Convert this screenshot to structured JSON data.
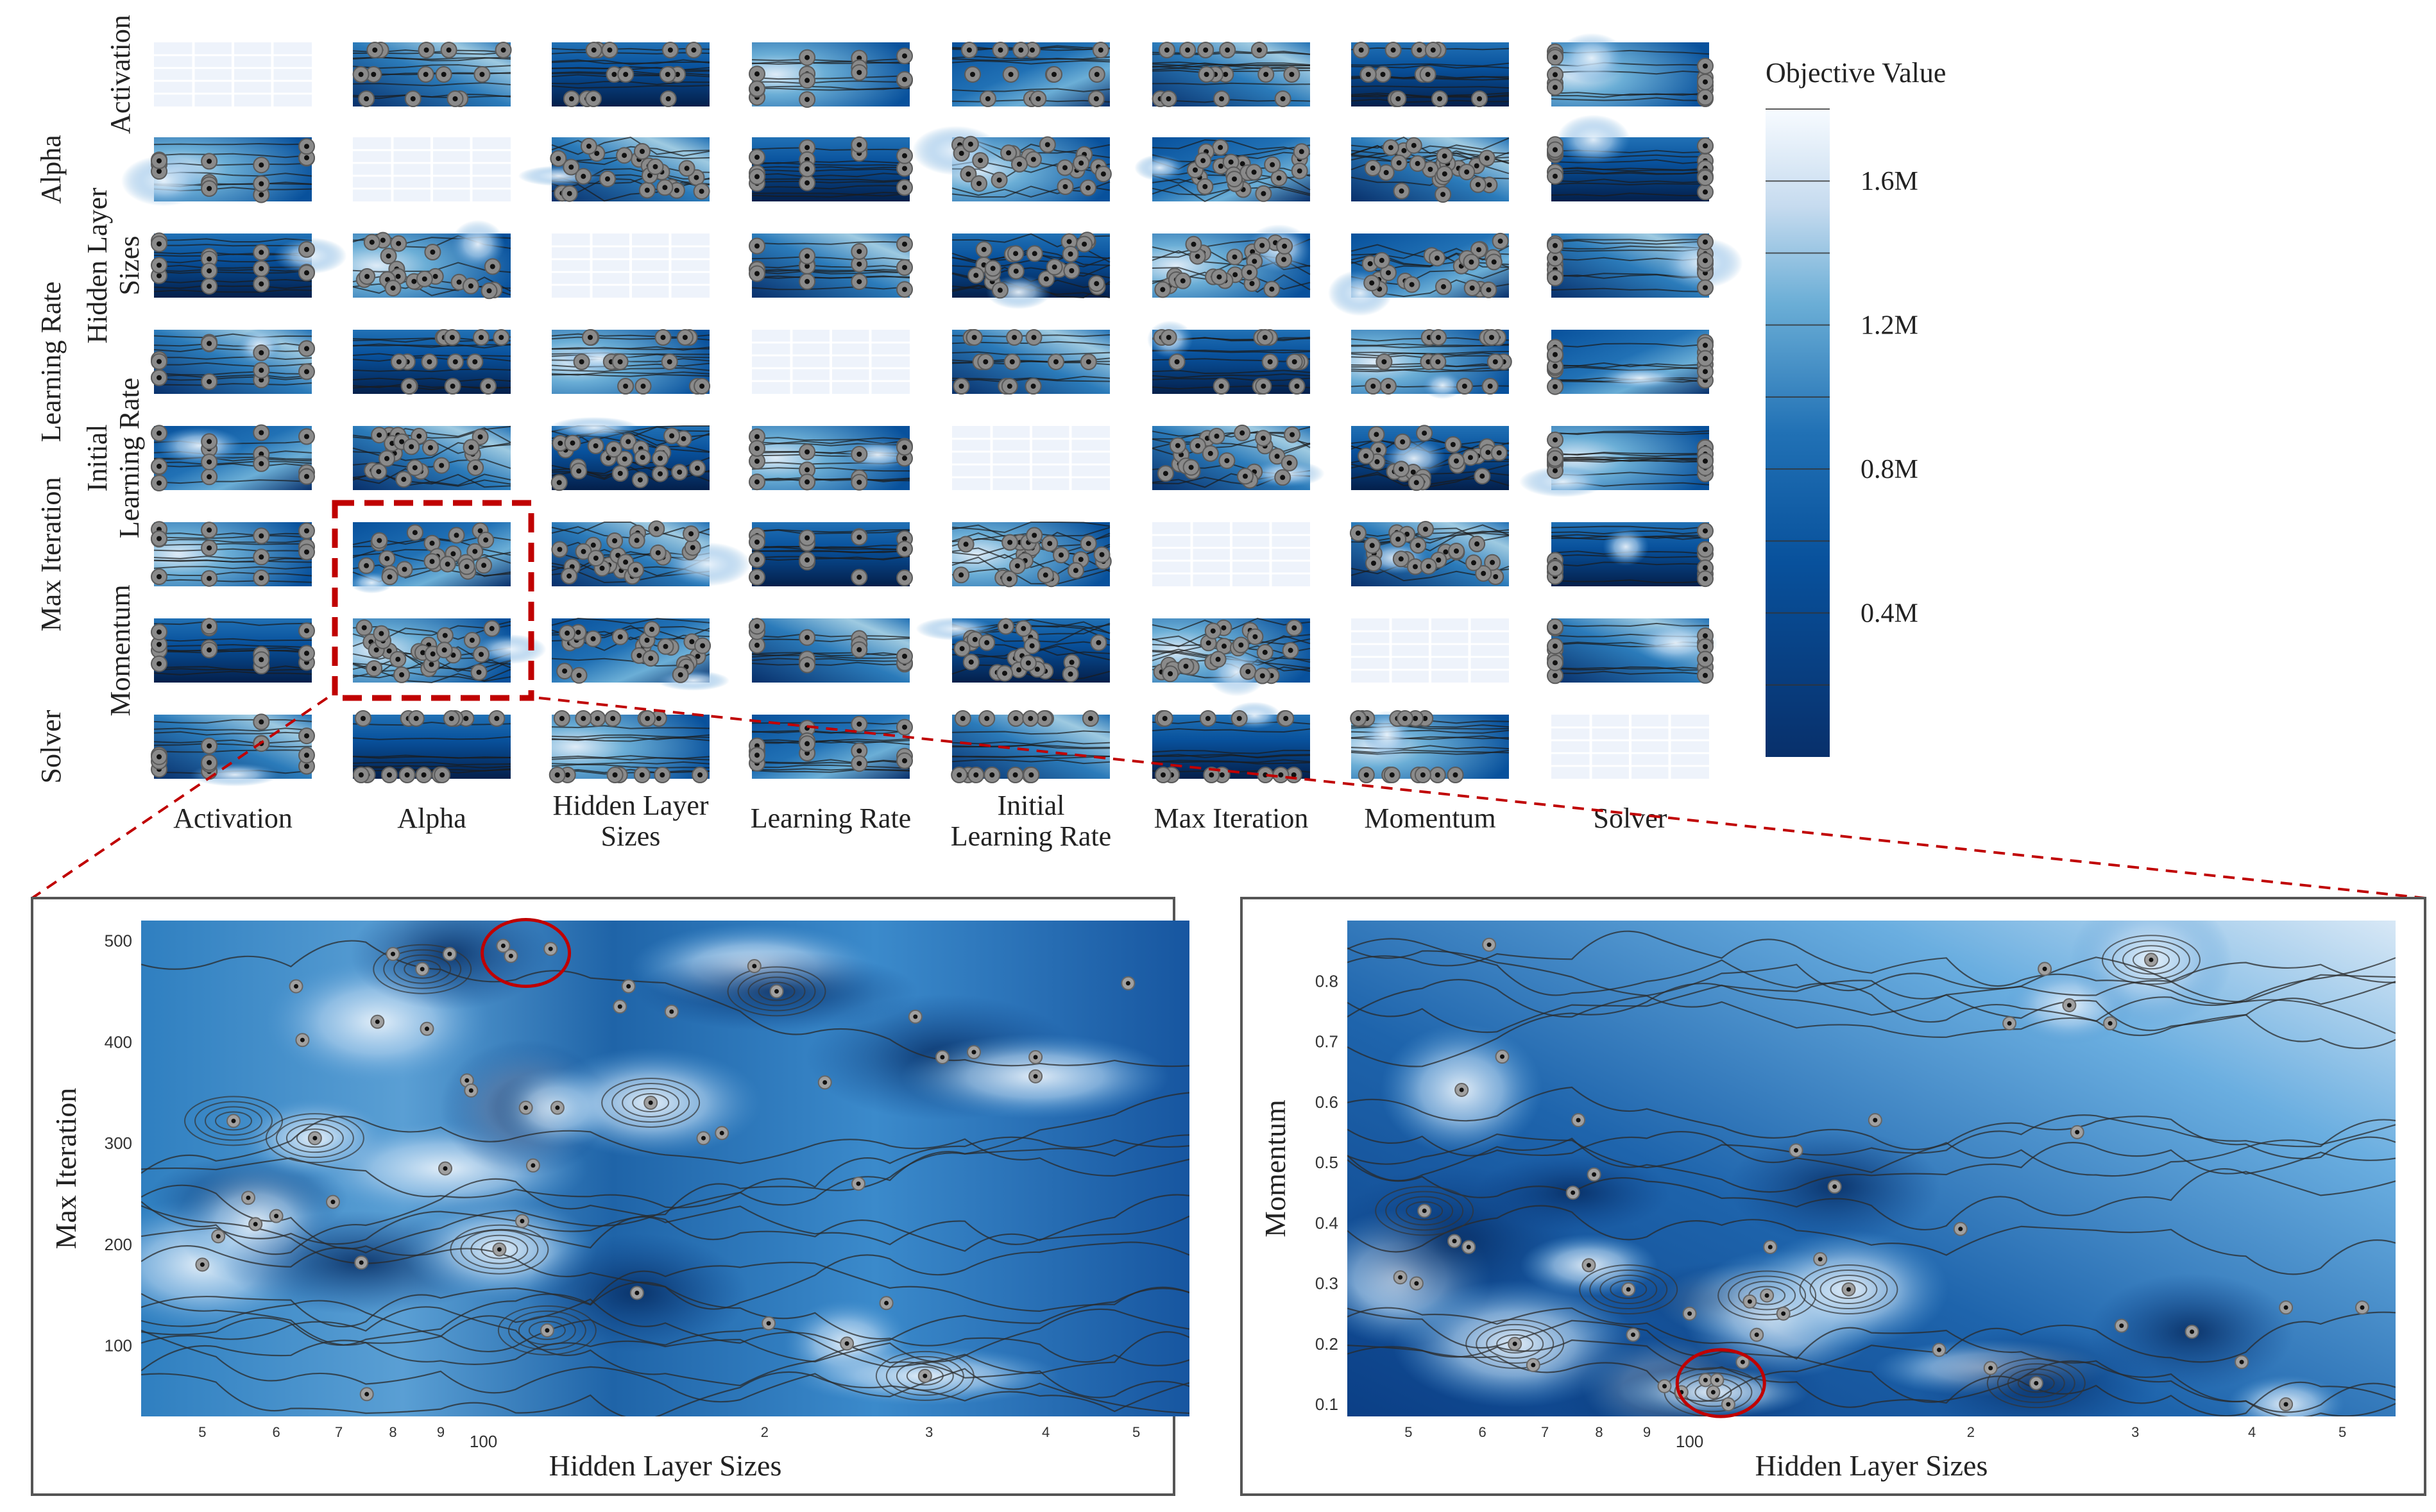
{
  "parameters": [
    "Activation",
    "Alpha",
    "Hidden Layer Sizes",
    "Learning Rate",
    "Initial Learning Rate",
    "Max Iteration",
    "Momentum",
    "Solver"
  ],
  "row_labels": [
    [
      "Activation"
    ],
    [
      "Alpha"
    ],
    [
      "Hidden Layer",
      "Sizes"
    ],
    [
      "Learning Rate"
    ],
    [
      "Initial",
      "Learning Rate"
    ],
    [
      "Max Iteration"
    ],
    [
      "Momentum"
    ],
    [
      "Solver"
    ]
  ],
  "col_labels": [
    [
      "Activation"
    ],
    [
      "Alpha"
    ],
    [
      "Hidden Layer",
      "Sizes"
    ],
    [
      "Learning Rate"
    ],
    [
      "Initial",
      "Learning Rate"
    ],
    [
      "Max Iteration"
    ],
    [
      "Momentum"
    ],
    [
      "Solver"
    ]
  ],
  "colorbar": {
    "title": "Objective Value",
    "range": [
      0,
      1.8
    ],
    "ticks": [
      {
        "value": 1.6,
        "label": "1.6M"
      },
      {
        "value": 1.2,
        "label": "1.2M"
      },
      {
        "value": 0.8,
        "label": "0.8M"
      },
      {
        "value": 0.4,
        "label": "0.4M"
      }
    ]
  },
  "colors": {
    "dark": "#08306b",
    "mid": "#2171b5",
    "light": "#c6dbef",
    "lightest": "#f0f5fc",
    "highlight": "#c00000",
    "point": "#808080"
  },
  "chart_data": [
    {
      "type": "scatter",
      "x_label": "Hidden Layer Sizes",
      "y_label": "Max Iteration",
      "x_scale": "log",
      "x_range": [
        43,
        570
      ],
      "y_range": [
        30,
        520
      ],
      "x_ticks": [
        {
          "value": 50,
          "label": "5"
        },
        {
          "value": 60,
          "label": "6"
        },
        {
          "value": 70,
          "label": "7"
        },
        {
          "value": 80,
          "label": "8"
        },
        {
          "value": 90,
          "label": "9"
        },
        {
          "value": 100,
          "label": "100"
        },
        {
          "value": 200,
          "label": "2"
        },
        {
          "value": 300,
          "label": "3"
        },
        {
          "value": 400,
          "label": "4"
        },
        {
          "value": 500,
          "label": "5"
        }
      ],
      "y_ticks": [
        {
          "value": 100,
          "label": "100"
        },
        {
          "value": 200,
          "label": "200"
        },
        {
          "value": 300,
          "label": "300"
        },
        {
          "value": 400,
          "label": "400"
        },
        {
          "value": 500,
          "label": "500"
        }
      ],
      "points": [
        [
          50,
          180
        ],
        [
          52,
          208
        ],
        [
          54,
          322
        ],
        [
          56,
          246
        ],
        [
          57,
          220
        ],
        [
          60,
          228
        ],
        [
          63,
          455
        ],
        [
          64,
          402
        ],
        [
          66,
          305
        ],
        [
          69,
          242
        ],
        [
          74,
          182
        ],
        [
          75,
          52
        ],
        [
          77,
          420
        ],
        [
          80,
          487
        ],
        [
          86,
          472
        ],
        [
          87,
          413
        ],
        [
          91,
          275
        ],
        [
          92,
          487
        ],
        [
          96,
          362
        ],
        [
          97,
          352
        ],
        [
          104,
          195
        ],
        [
          105,
          495
        ],
        [
          107,
          485
        ],
        [
          110,
          223
        ],
        [
          111,
          335
        ],
        [
          113,
          278
        ],
        [
          117,
          115
        ],
        [
          118,
          492
        ],
        [
          120,
          335
        ],
        [
          140,
          435
        ],
        [
          143,
          455
        ],
        [
          146,
          152
        ],
        [
          151,
          340
        ],
        [
          159,
          430
        ],
        [
          172,
          305
        ],
        [
          180,
          310
        ],
        [
          195,
          475
        ],
        [
          202,
          122
        ],
        [
          206,
          450
        ],
        [
          232,
          360
        ],
        [
          245,
          102
        ],
        [
          252,
          260
        ],
        [
          270,
          142
        ],
        [
          290,
          425
        ],
        [
          297,
          70
        ],
        [
          310,
          385
        ],
        [
          335,
          390
        ],
        [
          390,
          385
        ],
        [
          390,
          366
        ],
        [
          490,
          458
        ]
      ],
      "highlight_region": {
        "x": 111,
        "y": 488
      }
    },
    {
      "type": "scatter",
      "x_label": "Hidden Layer Sizes",
      "y_label": "Momentum",
      "x_scale": "log",
      "x_range": [
        43,
        570
      ],
      "y_range": [
        0.08,
        0.9
      ],
      "x_ticks": [
        {
          "value": 50,
          "label": "5"
        },
        {
          "value": 60,
          "label": "6"
        },
        {
          "value": 70,
          "label": "7"
        },
        {
          "value": 80,
          "label": "8"
        },
        {
          "value": 90,
          "label": "9"
        },
        {
          "value": 100,
          "label": "100"
        },
        {
          "value": 200,
          "label": "2"
        },
        {
          "value": 300,
          "label": "3"
        },
        {
          "value": 400,
          "label": "4"
        },
        {
          "value": 500,
          "label": "5"
        }
      ],
      "y_ticks": [
        {
          "value": 0.1,
          "label": "0.1"
        },
        {
          "value": 0.2,
          "label": "0.2"
        },
        {
          "value": 0.3,
          "label": "0.3"
        },
        {
          "value": 0.4,
          "label": "0.4"
        },
        {
          "value": 0.5,
          "label": "0.5"
        },
        {
          "value": 0.6,
          "label": "0.6"
        },
        {
          "value": 0.7,
          "label": "0.7"
        },
        {
          "value": 0.8,
          "label": "0.8"
        }
      ],
      "points": [
        [
          49,
          0.31
        ],
        [
          51,
          0.3
        ],
        [
          52,
          0.42
        ],
        [
          56,
          0.37
        ],
        [
          57,
          0.62
        ],
        [
          58,
          0.36
        ],
        [
          61,
          0.86
        ],
        [
          63,
          0.675
        ],
        [
          65,
          0.2
        ],
        [
          68,
          0.165
        ],
        [
          75,
          0.45
        ],
        [
          76,
          0.57
        ],
        [
          78,
          0.33
        ],
        [
          79,
          0.48
        ],
        [
          86,
          0.29
        ],
        [
          87,
          0.215
        ],
        [
          94,
          0.13
        ],
        [
          98,
          0.12
        ],
        [
          100,
          0.25
        ],
        [
          104,
          0.14
        ],
        [
          106,
          0.12
        ],
        [
          107,
          0.14
        ],
        [
          110,
          0.1
        ],
        [
          114,
          0.17
        ],
        [
          116,
          0.27
        ],
        [
          118,
          0.215
        ],
        [
          121,
          0.28
        ],
        [
          122,
          0.36
        ],
        [
          126,
          0.25
        ],
        [
          130,
          0.52
        ],
        [
          138,
          0.34
        ],
        [
          143,
          0.46
        ],
        [
          148,
          0.29
        ],
        [
          158,
          0.57
        ],
        [
          185,
          0.19
        ],
        [
          195,
          0.39
        ],
        [
          210,
          0.16
        ],
        [
          220,
          0.73
        ],
        [
          235,
          0.135
        ],
        [
          240,
          0.82
        ],
        [
          255,
          0.76
        ],
        [
          260,
          0.55
        ],
        [
          282,
          0.73
        ],
        [
          290,
          0.23
        ],
        [
          312,
          0.835
        ],
        [
          345,
          0.22
        ],
        [
          390,
          0.17
        ],
        [
          435,
          0.26
        ],
        [
          435,
          0.1
        ],
        [
          525,
          0.26
        ]
      ],
      "highlight_region": {
        "x": 108,
        "y": 0.135
      }
    }
  ]
}
